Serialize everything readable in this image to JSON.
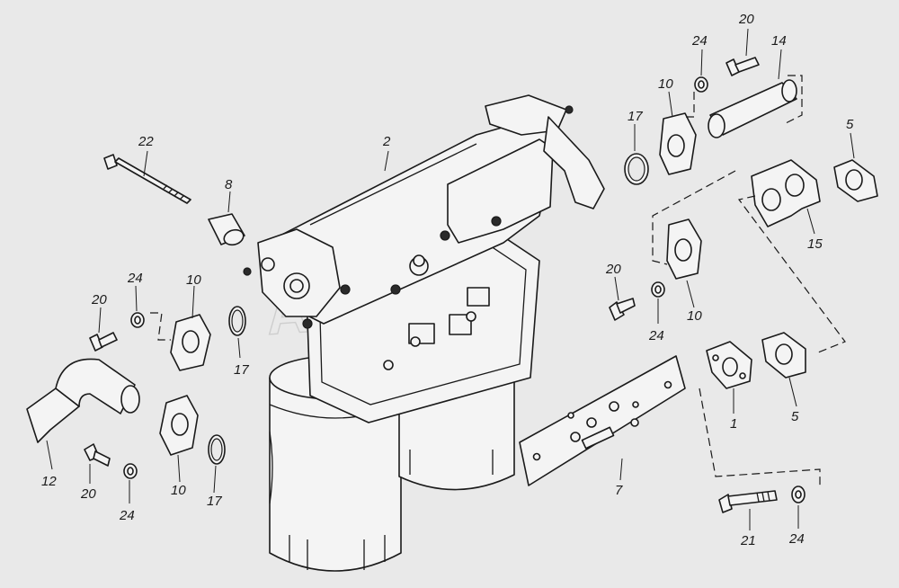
{
  "watermark": "AutoSoft",
  "callouts": {
    "c1": "1",
    "c2": "2",
    "c5a": "5",
    "c5b": "5",
    "c7": "7",
    "c8": "8",
    "c10a": "10",
    "c10b": "10",
    "c10c": "10",
    "c10d": "10",
    "c12": "12",
    "c14": "14",
    "c15": "15",
    "c17a": "17",
    "c17b": "17",
    "c17c": "17",
    "c20a": "20",
    "c20b": "20",
    "c20c": "20",
    "c20d": "20",
    "c21": "21",
    "c22": "22",
    "c24a": "24",
    "c24b": "24",
    "c24c": "24",
    "c24d": "24",
    "c24e": "24"
  }
}
